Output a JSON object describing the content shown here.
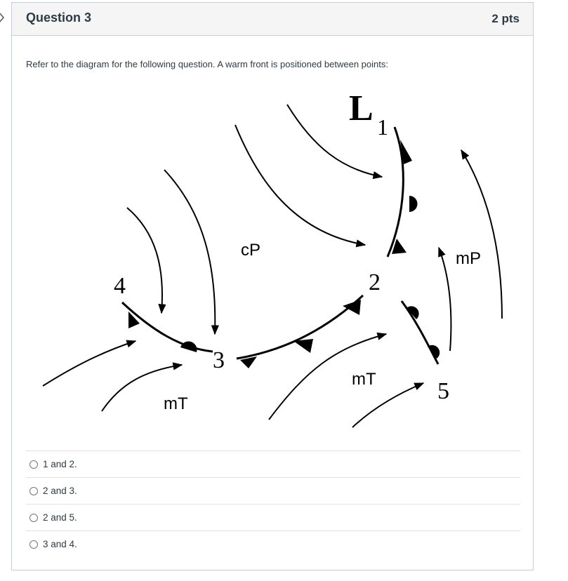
{
  "question": {
    "title": "Question 3",
    "points": "2 pts",
    "text": "Refer to the diagram for the following question. A warm front is positioned between points:"
  },
  "diagram": {
    "low_label": "L",
    "low_subscript": "1",
    "point_labels": [
      "4",
      "3",
      "2",
      "5"
    ],
    "air_mass_labels": [
      "cP",
      "mP",
      "mT",
      "mT"
    ]
  },
  "answers": [
    {
      "label": "1 and 2."
    },
    {
      "label": "2 and 3."
    },
    {
      "label": "2 and 5."
    },
    {
      "label": "3 and 4."
    }
  ],
  "icons": [
    "chevron-right-icon",
    "radio-unchecked-icon"
  ]
}
